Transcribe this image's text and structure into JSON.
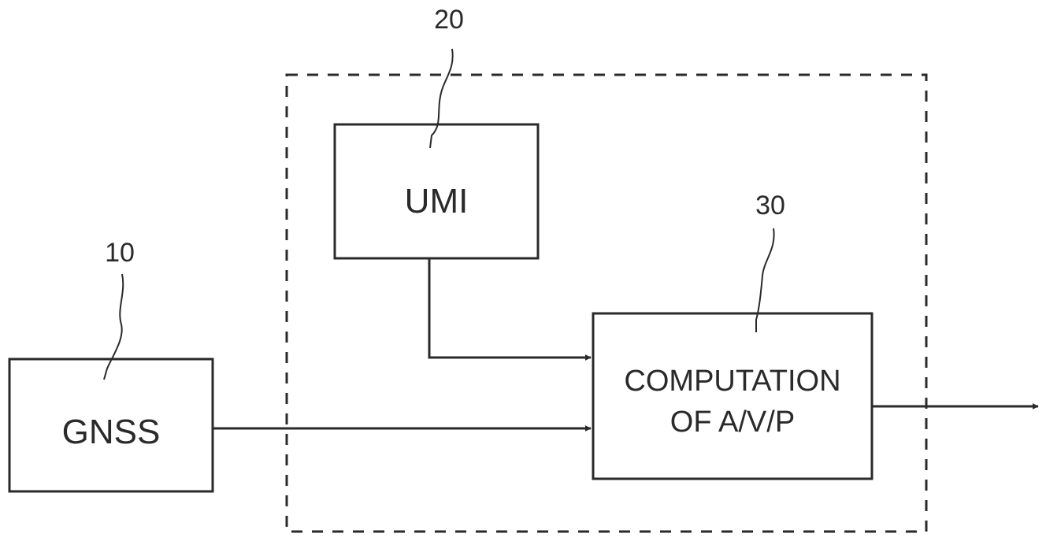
{
  "diagram": {
    "blocks": [
      {
        "id": "gnss",
        "label": "GNSS",
        "ref": "10"
      },
      {
        "id": "umi",
        "label": "UMI",
        "ref": "20"
      },
      {
        "id": "computation",
        "label_lines": [
          "COMPUTATION",
          "OF A/V/P"
        ],
        "ref": "30"
      }
    ],
    "connections": [
      {
        "from": "umi",
        "to": "computation"
      },
      {
        "from": "gnss",
        "to": "computation"
      },
      {
        "from": "computation",
        "to": "output"
      }
    ],
    "colors": {
      "line": "#2a2a2a",
      "background": "#ffffff"
    }
  }
}
